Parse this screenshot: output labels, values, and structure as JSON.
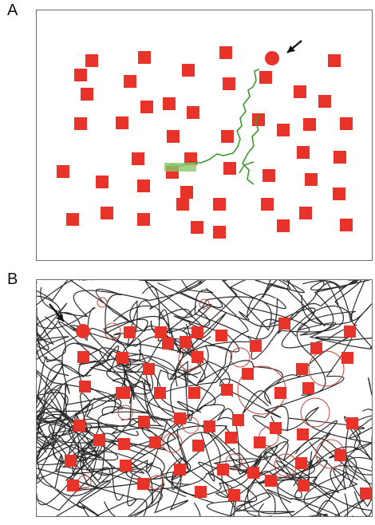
{
  "panels": [
    {
      "label": "A"
    },
    {
      "label": "B"
    }
  ],
  "colors": {
    "target": "#e8332b",
    "trail_a": "#3c9a2b",
    "trail_b": "#2a2a2a",
    "ring_b": "#c2463c",
    "arrow": "#111111",
    "frame": "#6d6d6d"
  },
  "icons": {
    "target_marker": "square",
    "start_marker": "circle",
    "pointer": "arrow-icon"
  }
}
